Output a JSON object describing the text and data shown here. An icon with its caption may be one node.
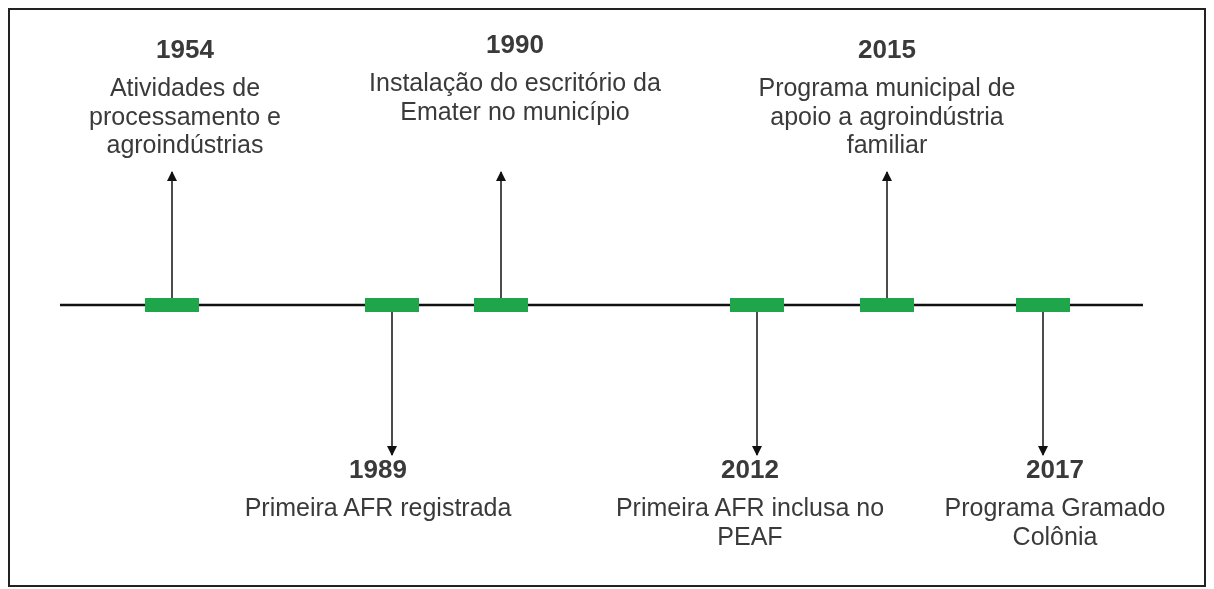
{
  "diagram": {
    "nodes": [
      {
        "text": [
          "1954",
          "Atividades de processamento e agroindústrias"
        ]
      },
      {
        "text": [
          "1990",
          "Instalação do escritório da Emater no município"
        ]
      },
      {
        "text": [
          "2015",
          "Programa municipal de apoio a agroindústria familiar"
        ]
      },
      {
        "text": [],
        "shape": "bar"
      },
      {
        "text": [],
        "shape": "bar"
      },
      {
        "text": [],
        "shape": "bar"
      },
      {
        "text": [],
        "shape": "bar"
      },
      {
        "text": [],
        "shape": "bar"
      },
      {
        "text": [],
        "shape": "bar"
      },
      {
        "text": [
          "1989",
          "Primeira AFR registrada"
        ]
      },
      {
        "text": [
          "2012",
          "Primeira AFR inclusa no PEAF"
        ]
      },
      {
        "text": [
          "2017",
          "Programa Gramado Colônia"
        ]
      }
    ],
    "edges": [
      {
        "from": 3,
        "to": 0,
        "arrow": "to"
      },
      {
        "from": 4,
        "to": 9,
        "arrow": "to"
      },
      {
        "from": 5,
        "to": 1,
        "arrow": "to"
      },
      {
        "from": 6,
        "to": 10,
        "arrow": "to"
      },
      {
        "from": 7,
        "to": 2,
        "arrow": "to"
      },
      {
        "from": 8,
        "to": 11,
        "arrow": "to"
      }
    ]
  }
}
